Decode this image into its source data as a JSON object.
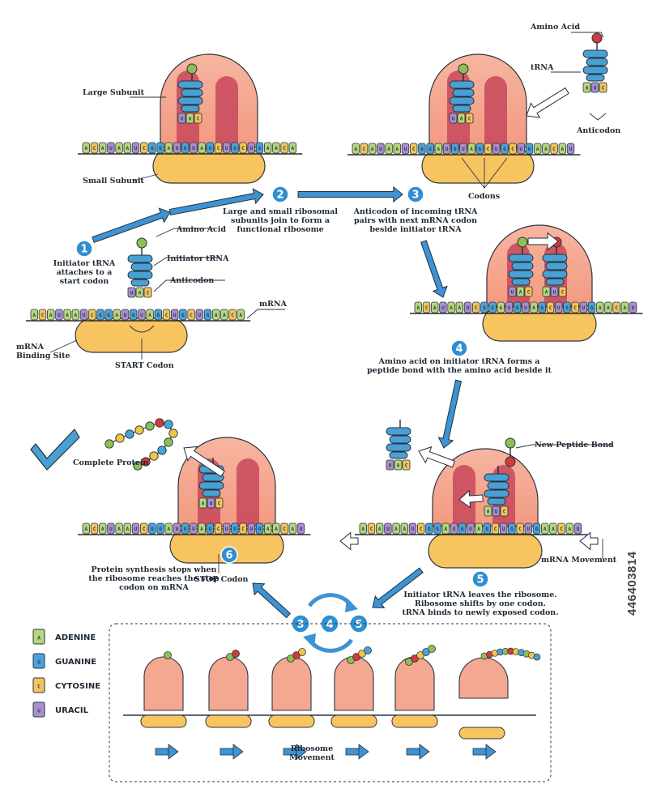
{
  "labels": {
    "large_subunit": "Large Subunit",
    "small_subunit": "Small Subunit",
    "amino_acid_top": "Amino Acid",
    "trna_top": "tRNA",
    "anticodon_top": "Anticodon",
    "codons": "Codons",
    "amino_acid_left": "Amino Acid",
    "initiator_trna": "Initiator tRNA",
    "anticodon_left": "Anticodon",
    "mrna": "mRNA",
    "mrna_binding_site": [
      "mRNA",
      "Binding Site"
    ],
    "start_codon": "START Codon",
    "new_peptide_bond": "New Peptide Bond",
    "mrna_movement": "mRNA Movement",
    "complete_protein": "Complete Protein",
    "stop_codon": "STOP Codon",
    "ribosome_movement": [
      "Ribosome",
      "Movement"
    ]
  },
  "steps": [
    {
      "num": "1",
      "text": [
        "Initiator tRNA",
        "attaches to a",
        "start codon"
      ]
    },
    {
      "num": "2",
      "text": [
        "Large and small ribosomal",
        "subunits join to form a",
        "functional ribosome"
      ]
    },
    {
      "num": "3",
      "text": [
        "Anticodon of incoming tRNA",
        "pairs with next mRNA codon",
        "beside initiator tRNA"
      ]
    },
    {
      "num": "4",
      "text": [
        "Amino acid on initiator tRNA forms a",
        "peptide bond with the amino acid beside it"
      ]
    },
    {
      "num": "5",
      "text": [
        "Initiator tRNA leaves the ribosome.",
        "Ribosome shifts by one codon.",
        "tRNA binds to newly exposed codon."
      ]
    },
    {
      "num": "6",
      "text": [
        "Protein synthesis stops when",
        "the ribosome reaches the stop",
        "codon on mRNA"
      ]
    }
  ],
  "cycle_numbers": [
    "3",
    "4",
    "5"
  ],
  "legend": [
    {
      "letter": "A",
      "name": "ADENINE",
      "color": "#b6d77a"
    },
    {
      "letter": "G",
      "name": "GUANINE",
      "color": "#4aa3d8"
    },
    {
      "letter": "C",
      "name": "CYTOSINE",
      "color": "#f3c45a"
    },
    {
      "letter": "U",
      "name": "URACIL",
      "color": "#a98fce"
    }
  ],
  "mrna_sequence": "ACAUAAUCGGAUGUAGCUGCUGA",
  "anticodon_uac": "UAC",
  "anticodon_auc": "AUC",
  "anticodon_pair_left": "UAC",
  "anticodon_pair_right": "AUC",
  "colors": {
    "ribosome": "#f4b09a",
    "ribosome_dark": "#c7485a",
    "small_subunit": "#f8c460",
    "trna": "#4a9fd3",
    "step_circle": "#2f8fd0",
    "arrow": "#3d93d3",
    "amino_green": "#8cc152",
    "amino_red": "#d23b3b",
    "amino_yellow": "#f4c542",
    "amino_blue": "#4aa3d8"
  },
  "watermark": "446403814"
}
